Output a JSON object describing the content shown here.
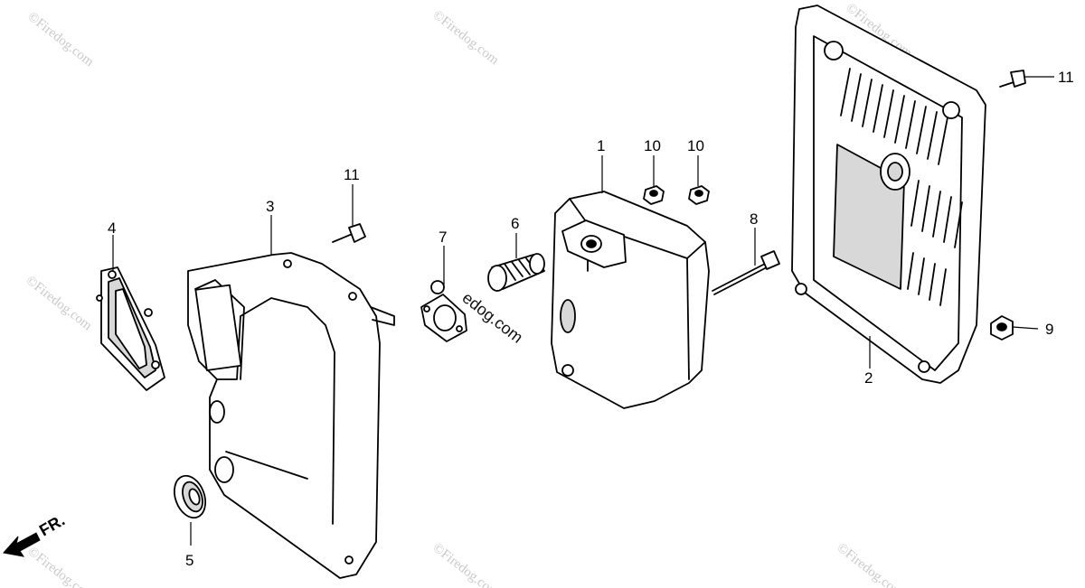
{
  "diagram": {
    "callouts": [
      {
        "id": "1",
        "label": "1"
      },
      {
        "id": "2",
        "label": "2"
      },
      {
        "id": "3",
        "label": "3"
      },
      {
        "id": "4",
        "label": "4"
      },
      {
        "id": "5",
        "label": "5"
      },
      {
        "id": "6",
        "label": "6"
      },
      {
        "id": "7",
        "label": "7"
      },
      {
        "id": "8",
        "label": "8"
      },
      {
        "id": "9",
        "label": "9"
      },
      {
        "id": "10a",
        "label": "10"
      },
      {
        "id": "10b",
        "label": "10"
      },
      {
        "id": "11a",
        "label": "11"
      },
      {
        "id": "11b",
        "label": "11"
      }
    ],
    "direction_label": "FR.",
    "watermark": "©Firedog.com",
    "watermark_center": "edog.com"
  }
}
